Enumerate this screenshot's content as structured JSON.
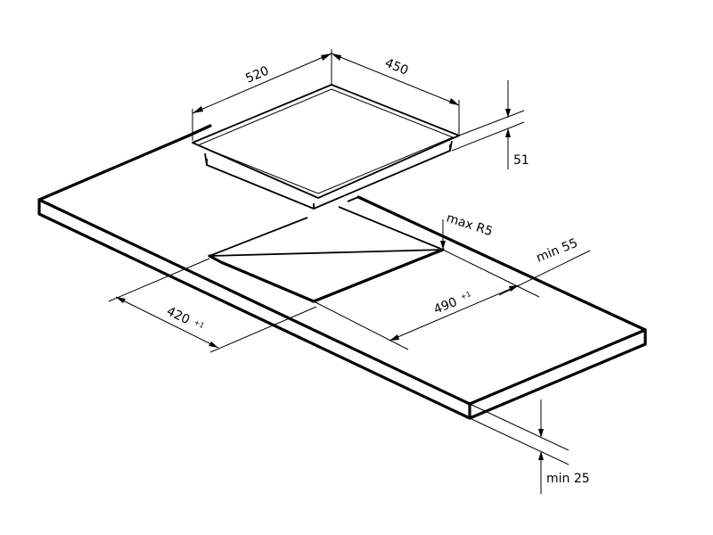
{
  "dimensions": {
    "hob_width": "520",
    "hob_depth": "450",
    "hob_height": "51",
    "corner_radius": "max R5",
    "cutout_width": "420",
    "cutout_width_tol": "+1",
    "cutout_depth": "490",
    "cutout_depth_tol": "+1",
    "edge_distance": "min 55",
    "worktop_thickness": "min 25"
  }
}
